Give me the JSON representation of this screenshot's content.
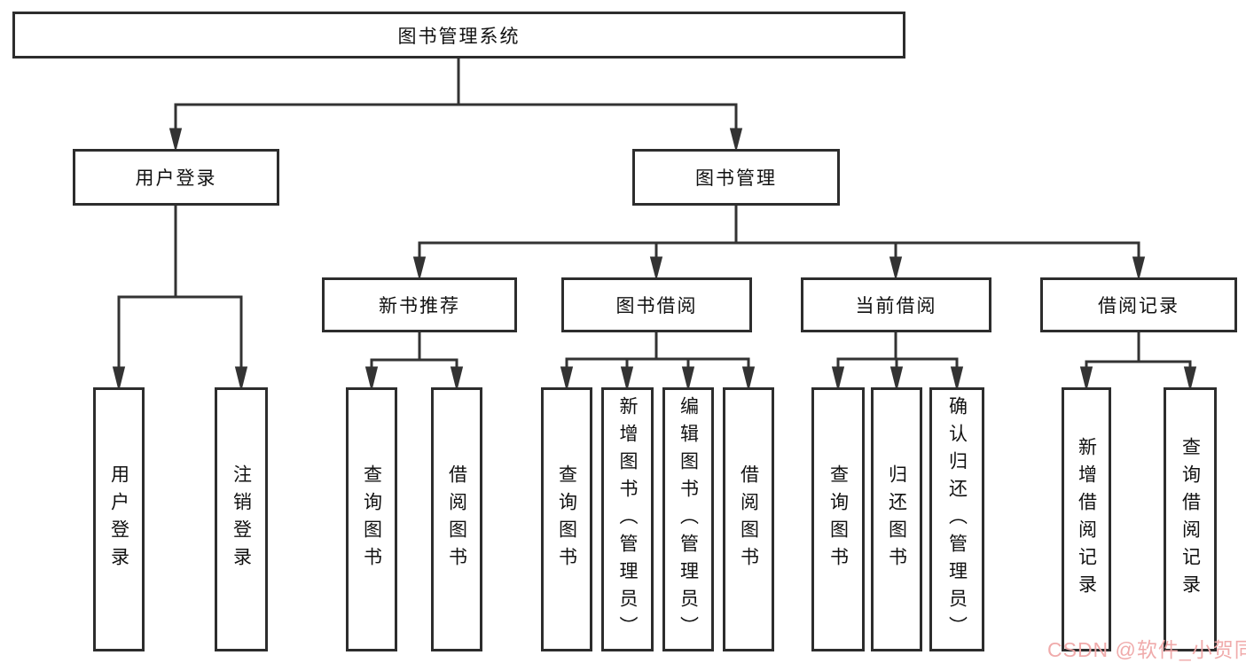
{
  "diagram_title": "图书管理系统",
  "tree": {
    "label": "图书管理系统",
    "children": [
      {
        "label": "用户登录",
        "children": [
          {
            "label": "用户登录"
          },
          {
            "label": "注销登录"
          }
        ]
      },
      {
        "label": "图书管理",
        "children": [
          {
            "label": "新书推荐",
            "children": [
              {
                "label": "查询图书"
              },
              {
                "label": "借阅图书"
              }
            ]
          },
          {
            "label": "图书借阅",
            "children": [
              {
                "label": "查询图书"
              },
              {
                "label": "新增图书（管理员）"
              },
              {
                "label": "编辑图书（管理员）"
              },
              {
                "label": "借阅图书"
              }
            ]
          },
          {
            "label": "当前借阅",
            "children": [
              {
                "label": "查询图书"
              },
              {
                "label": "归还图书"
              },
              {
                "label": "确认归还（管理员）"
              }
            ]
          },
          {
            "label": "借阅记录",
            "children": [
              {
                "label": "新增借阅记录"
              },
              {
                "label": "查询借阅记录"
              }
            ]
          }
        ]
      }
    ]
  },
  "watermark": {
    "text": "CSDN @软件_小贺同学",
    "color": "#efa7a7"
  },
  "colors": {
    "background": "#ffffff",
    "line": "#333333",
    "box_border": "#2d2d2d",
    "text": "#111111"
  }
}
